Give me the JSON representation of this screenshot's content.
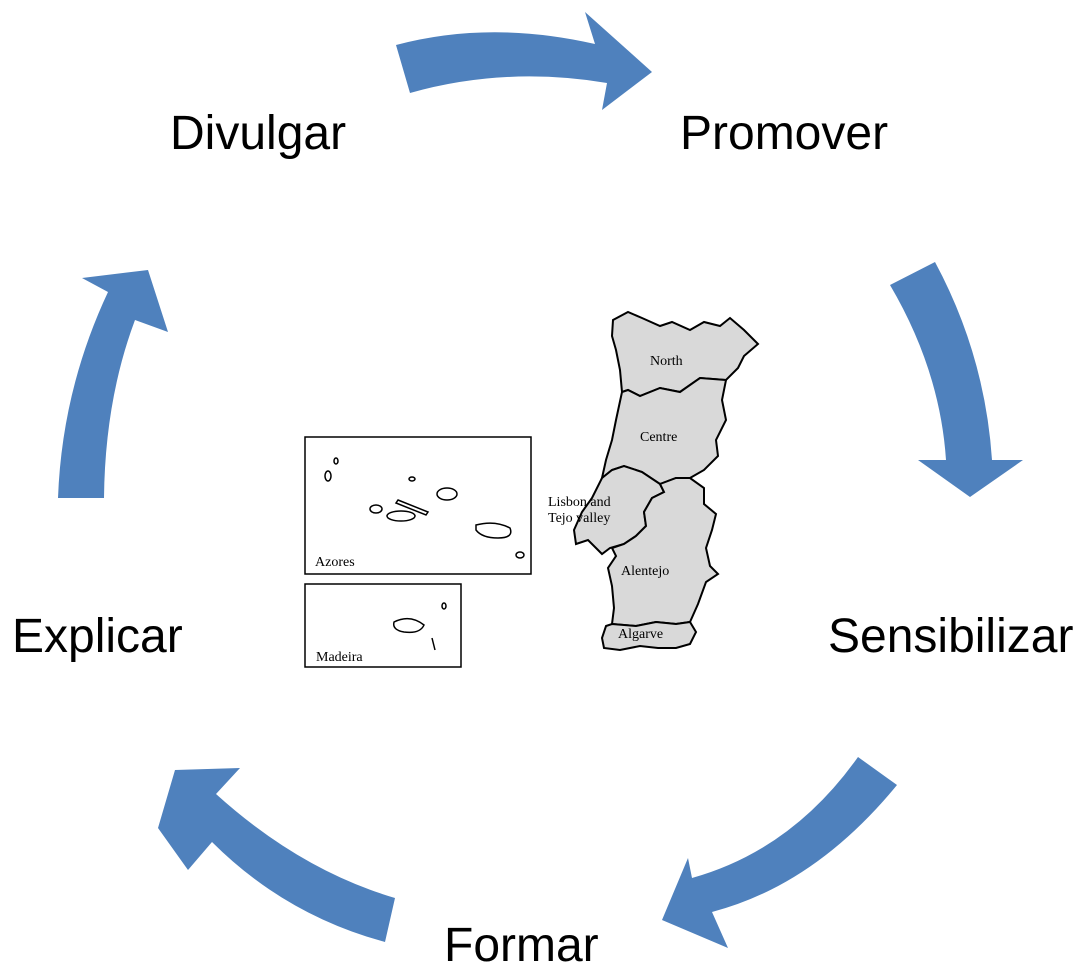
{
  "cycle": {
    "accent_color": "#4f81bd",
    "steps": [
      {
        "id": "divulgar",
        "label": "Divulgar"
      },
      {
        "id": "promover",
        "label": "Promover"
      },
      {
        "id": "sensibilizar",
        "label": "Sensibilizar"
      },
      {
        "id": "formar",
        "label": "Formar"
      },
      {
        "id": "explicar",
        "label": "Explicar"
      }
    ]
  },
  "map": {
    "regions": [
      {
        "id": "north",
        "label": "North"
      },
      {
        "id": "centre",
        "label": "Centre"
      },
      {
        "id": "lisbon",
        "label_line1": "Lisbon and",
        "label_line2": "Tejo valley"
      },
      {
        "id": "alentejo",
        "label": "Alentejo"
      },
      {
        "id": "algarve",
        "label": "Algarve"
      }
    ],
    "insets": [
      {
        "id": "azores",
        "label": "Azores"
      },
      {
        "id": "madeira",
        "label": "Madeira"
      }
    ],
    "fill_color": "#d9d9d9"
  }
}
